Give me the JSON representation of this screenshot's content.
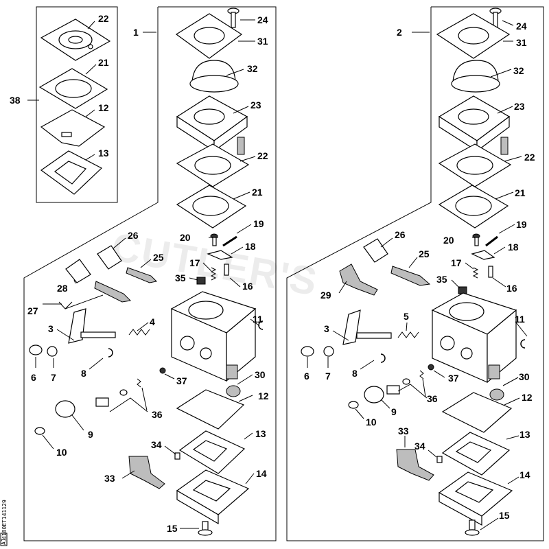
{
  "watermark": "CUTLER'S",
  "drawing_code": "4180ET141129",
  "drawing_code_suffix": "A1",
  "callouts": {
    "c1": "1",
    "c2": "2",
    "c38": "38",
    "inset": {
      "n22": "22",
      "n21": "21",
      "n12": "12",
      "n13": "13"
    },
    "left": {
      "n24": "24",
      "n31": "31",
      "n32": "32",
      "n23": "23",
      "n22": "22",
      "n21": "21",
      "n19": "19",
      "n20": "20",
      "n18": "18",
      "n26": "26",
      "n25": "25",
      "n17": "17",
      "n28": "28",
      "n35": "35",
      "n16": "16",
      "n27": "27",
      "n3": "3",
      "n4": "4",
      "n11": "11",
      "n6": "6",
      "n7": "7",
      "n8": "8",
      "n37": "37",
      "n30": "30",
      "n12": "12",
      "n36": "36",
      "n9": "9",
      "n10": "10",
      "n34": "34",
      "n13": "13",
      "n33": "33",
      "n14": "14",
      "n15": "15"
    },
    "right": {
      "n24": "24",
      "n31": "31",
      "n32": "32",
      "n23": "23",
      "n22": "22",
      "n21": "21",
      "n19": "19",
      "n20": "20",
      "n18": "18",
      "n26": "26",
      "n25": "25",
      "n17": "17",
      "n29": "29",
      "n35": "35",
      "n16": "16",
      "n3": "3",
      "n5": "5",
      "n11": "11",
      "n6": "6",
      "n7": "7",
      "n8": "8",
      "n37": "37",
      "n30": "30",
      "n36": "36",
      "n12": "12",
      "n9": "9",
      "n10": "10",
      "n33": "33",
      "n34": "34",
      "n13": "13",
      "n14": "14",
      "n15": "15"
    }
  }
}
